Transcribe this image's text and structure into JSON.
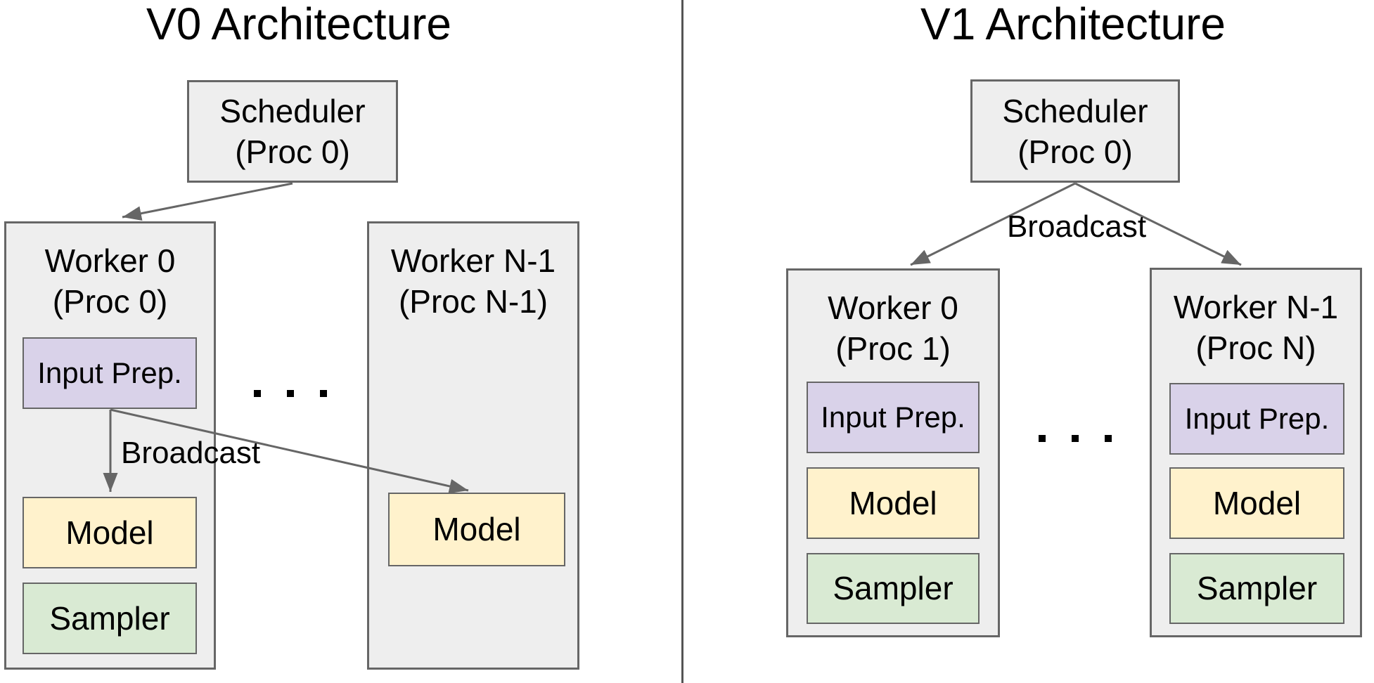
{
  "colors": {
    "box_gray": "#eeeeee",
    "purple": "#d9d2e9",
    "yellow": "#fff2cc",
    "green": "#d9ead3",
    "border_gray": "#666666",
    "arrow": "#666666",
    "divider": "#555555",
    "text": "#000000",
    "page_bg": "#ffffff"
  },
  "left": {
    "title": "V0 Architecture",
    "scheduler": {
      "line1": "Scheduler",
      "line2": "(Proc 0)"
    },
    "broadcast": "Broadcast",
    "worker0": {
      "line1": "Worker 0",
      "line2": "(Proc 0)",
      "blocks": {
        "input_prep": "Input Prep.",
        "model": "Model",
        "sampler": "Sampler"
      }
    },
    "workerN": {
      "line1": "Worker N-1",
      "line2": "(Proc N-1)",
      "blocks": {
        "model": "Model"
      }
    }
  },
  "right": {
    "title": "V1 Architecture",
    "scheduler": {
      "line1": "Scheduler",
      "line2": "(Proc 0)"
    },
    "broadcast": "Broadcast",
    "worker0": {
      "line1": "Worker 0",
      "line2": "(Proc 1)",
      "blocks": {
        "input_prep": "Input Prep.",
        "model": "Model",
        "sampler": "Sampler"
      }
    },
    "workerN": {
      "line1": "Worker N-1",
      "line2": "(Proc N)",
      "blocks": {
        "input_prep": "Input Prep.",
        "model": "Model",
        "sampler": "Sampler"
      }
    }
  }
}
